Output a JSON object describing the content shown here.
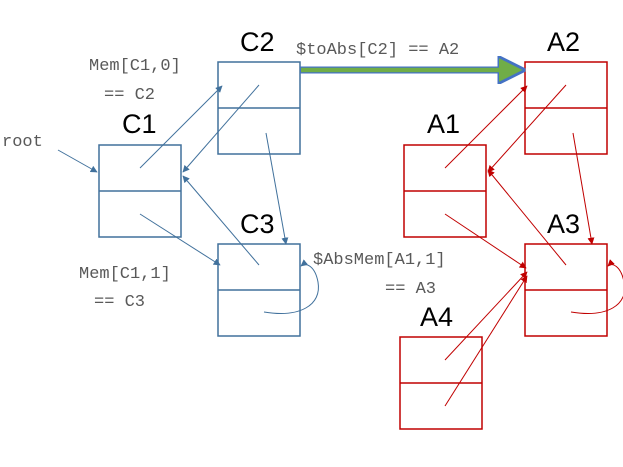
{
  "colors": {
    "concrete": "#41719c",
    "abstract": "#c00000",
    "mapping_fill": "#70ad47",
    "mapping_stroke": "#4472c4",
    "text": "#000000",
    "code_text": "#595959"
  },
  "concrete": {
    "c1": "C1",
    "c2": "C2",
    "c3": "C3"
  },
  "abstract": {
    "a1": "A1",
    "a2": "A2",
    "a3": "A3",
    "a4": "A4"
  },
  "labels": {
    "root": "root",
    "mem_c1_0_line1": "Mem[C1,0]",
    "mem_c1_0_line2": "== C2",
    "mem_c1_1_line1": "Mem[C1,1]",
    "mem_c1_1_line2": "== C3",
    "to_abs": "$toAbs[C2] == A2",
    "absmem_line1": "$AbsMem[A1,1]",
    "absmem_line2": "== A3"
  }
}
